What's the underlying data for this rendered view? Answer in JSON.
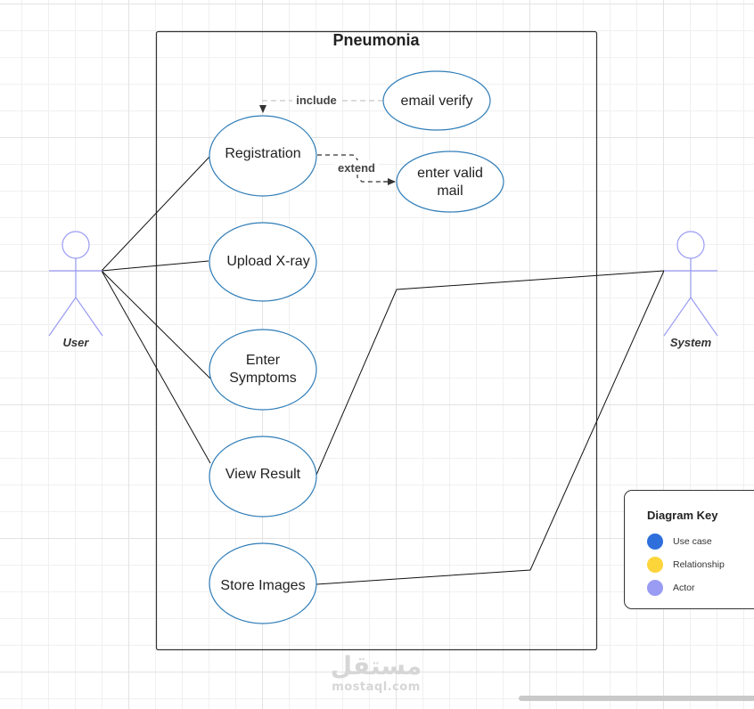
{
  "system": {
    "title": "Pneumonia"
  },
  "use_cases": [
    {
      "id": "registration",
      "lines": [
        "Registration"
      ]
    },
    {
      "id": "email-verify",
      "lines": [
        "email verify"
      ]
    },
    {
      "id": "enter-valid-mail",
      "lines": [
        "enter valid",
        "mail"
      ]
    },
    {
      "id": "upload-xray",
      "lines": [
        "Upload X-ray"
      ]
    },
    {
      "id": "enter-symptoms",
      "lines": [
        "Enter",
        "Symptoms"
      ]
    },
    {
      "id": "view-result",
      "lines": [
        "View Result"
      ]
    },
    {
      "id": "store-images",
      "lines": [
        "Store Images"
      ]
    }
  ],
  "actors": [
    {
      "id": "user",
      "label": "User"
    },
    {
      "id": "system",
      "label": "System"
    }
  ],
  "relationships": {
    "include_label": "include",
    "extend_label": "extend"
  },
  "associations": [
    {
      "from": "user",
      "to": "registration"
    },
    {
      "from": "user",
      "to": "upload-xray"
    },
    {
      "from": "user",
      "to": "enter-symptoms"
    },
    {
      "from": "user",
      "to": "view-result"
    },
    {
      "from": "system",
      "to": "view-result"
    },
    {
      "from": "system",
      "to": "store-images"
    }
  ],
  "key": {
    "title": "Diagram Key",
    "items": [
      {
        "label": "Use case",
        "color": "#2e6fdc"
      },
      {
        "label": "Relationship",
        "color": "#fcd53b"
      },
      {
        "label": "Actor",
        "color": "#9a9cf3"
      }
    ]
  },
  "colors": {
    "use_case_stroke": "#2f7db8",
    "actor_stroke": "#9a9cf3"
  },
  "watermark": {
    "arabic": "مستقل",
    "latin": "mostaql.com"
  }
}
